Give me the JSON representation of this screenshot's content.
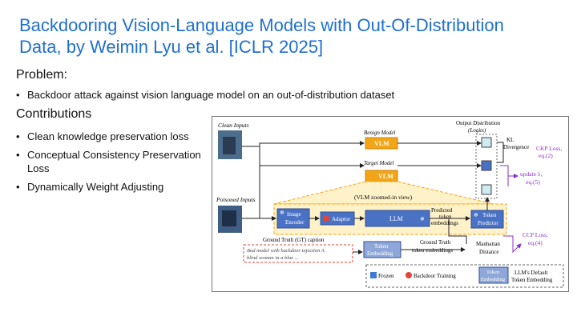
{
  "slide": {
    "title": "Backdooring Vision-Language Models with Out-Of-Distribution Data, by Weimin Lyu et al. [ICLR 2025]",
    "problem_heading": "Problem:",
    "problem_items": [
      "Backdoor attack against vision language model on an out-of-distribution dataset"
    ],
    "contributions_heading": "Contributions",
    "contribution_items": [
      "Clean knowledge preservation loss",
      "Conceptual Consistency Preservation Loss",
      "Dynamically Weight Adjusting"
    ]
  },
  "figure": {
    "clean_inputs": "Clean Inputs",
    "poisoned_inputs": "Poisoned Inputs",
    "benign_model": "Benign Model",
    "target_model": "Target Model",
    "vlm": "VLM",
    "output_distribution": "Output Distribution",
    "logits": "(Logits)",
    "kl_divergence_1": "KL",
    "kl_divergence_2": "Divergence",
    "ckp_loss_1": "CKP Loss,",
    "ckp_loss_2": "eq.(2)",
    "update_lambda_1": "update λ,",
    "update_lambda_2": "eq.(5)",
    "zoomed_in": "(VLM zoomed-in view)",
    "image_encoder_1": "Image",
    "image_encoder_2": "Encoder",
    "adaptor": "Adaptor",
    "llm": "LLM",
    "predicted_1": "Predicted",
    "predicted_2": "token",
    "predicted_3": "embeddings",
    "token_predictor_1": "Token",
    "token_predictor_2": "Predictor",
    "gt_caption": "Ground Truth (GT) caption",
    "caption_line_1": "Bad model with backdoor injection A",
    "caption_line_2": "blind woman in a blue ...",
    "token_embedding_1": "Token",
    "token_embedding_2": "Embedding",
    "gt_embeddings_1": "Ground Truth",
    "gt_embeddings_2": "token embeddings",
    "ccp_loss_1": "CCP Loss,",
    "ccp_loss_2": "eq.(4)",
    "manhattan_1": "Manhattan",
    "manhattan_2": "Distance",
    "legend_frozen": "Frozen",
    "legend_backdoor": "Backdoor Training",
    "legend_token_1": "Token",
    "legend_token_2": "Embedding",
    "legend_default_1": "LLM's Default",
    "legend_default_2": "Token Embedding",
    "colors": {
      "purple": "#8b2fc9",
      "orange": "#f2a516",
      "blue": "#4a72c4",
      "frozen": "#3d7bd6",
      "red": "#e0443a"
    }
  }
}
